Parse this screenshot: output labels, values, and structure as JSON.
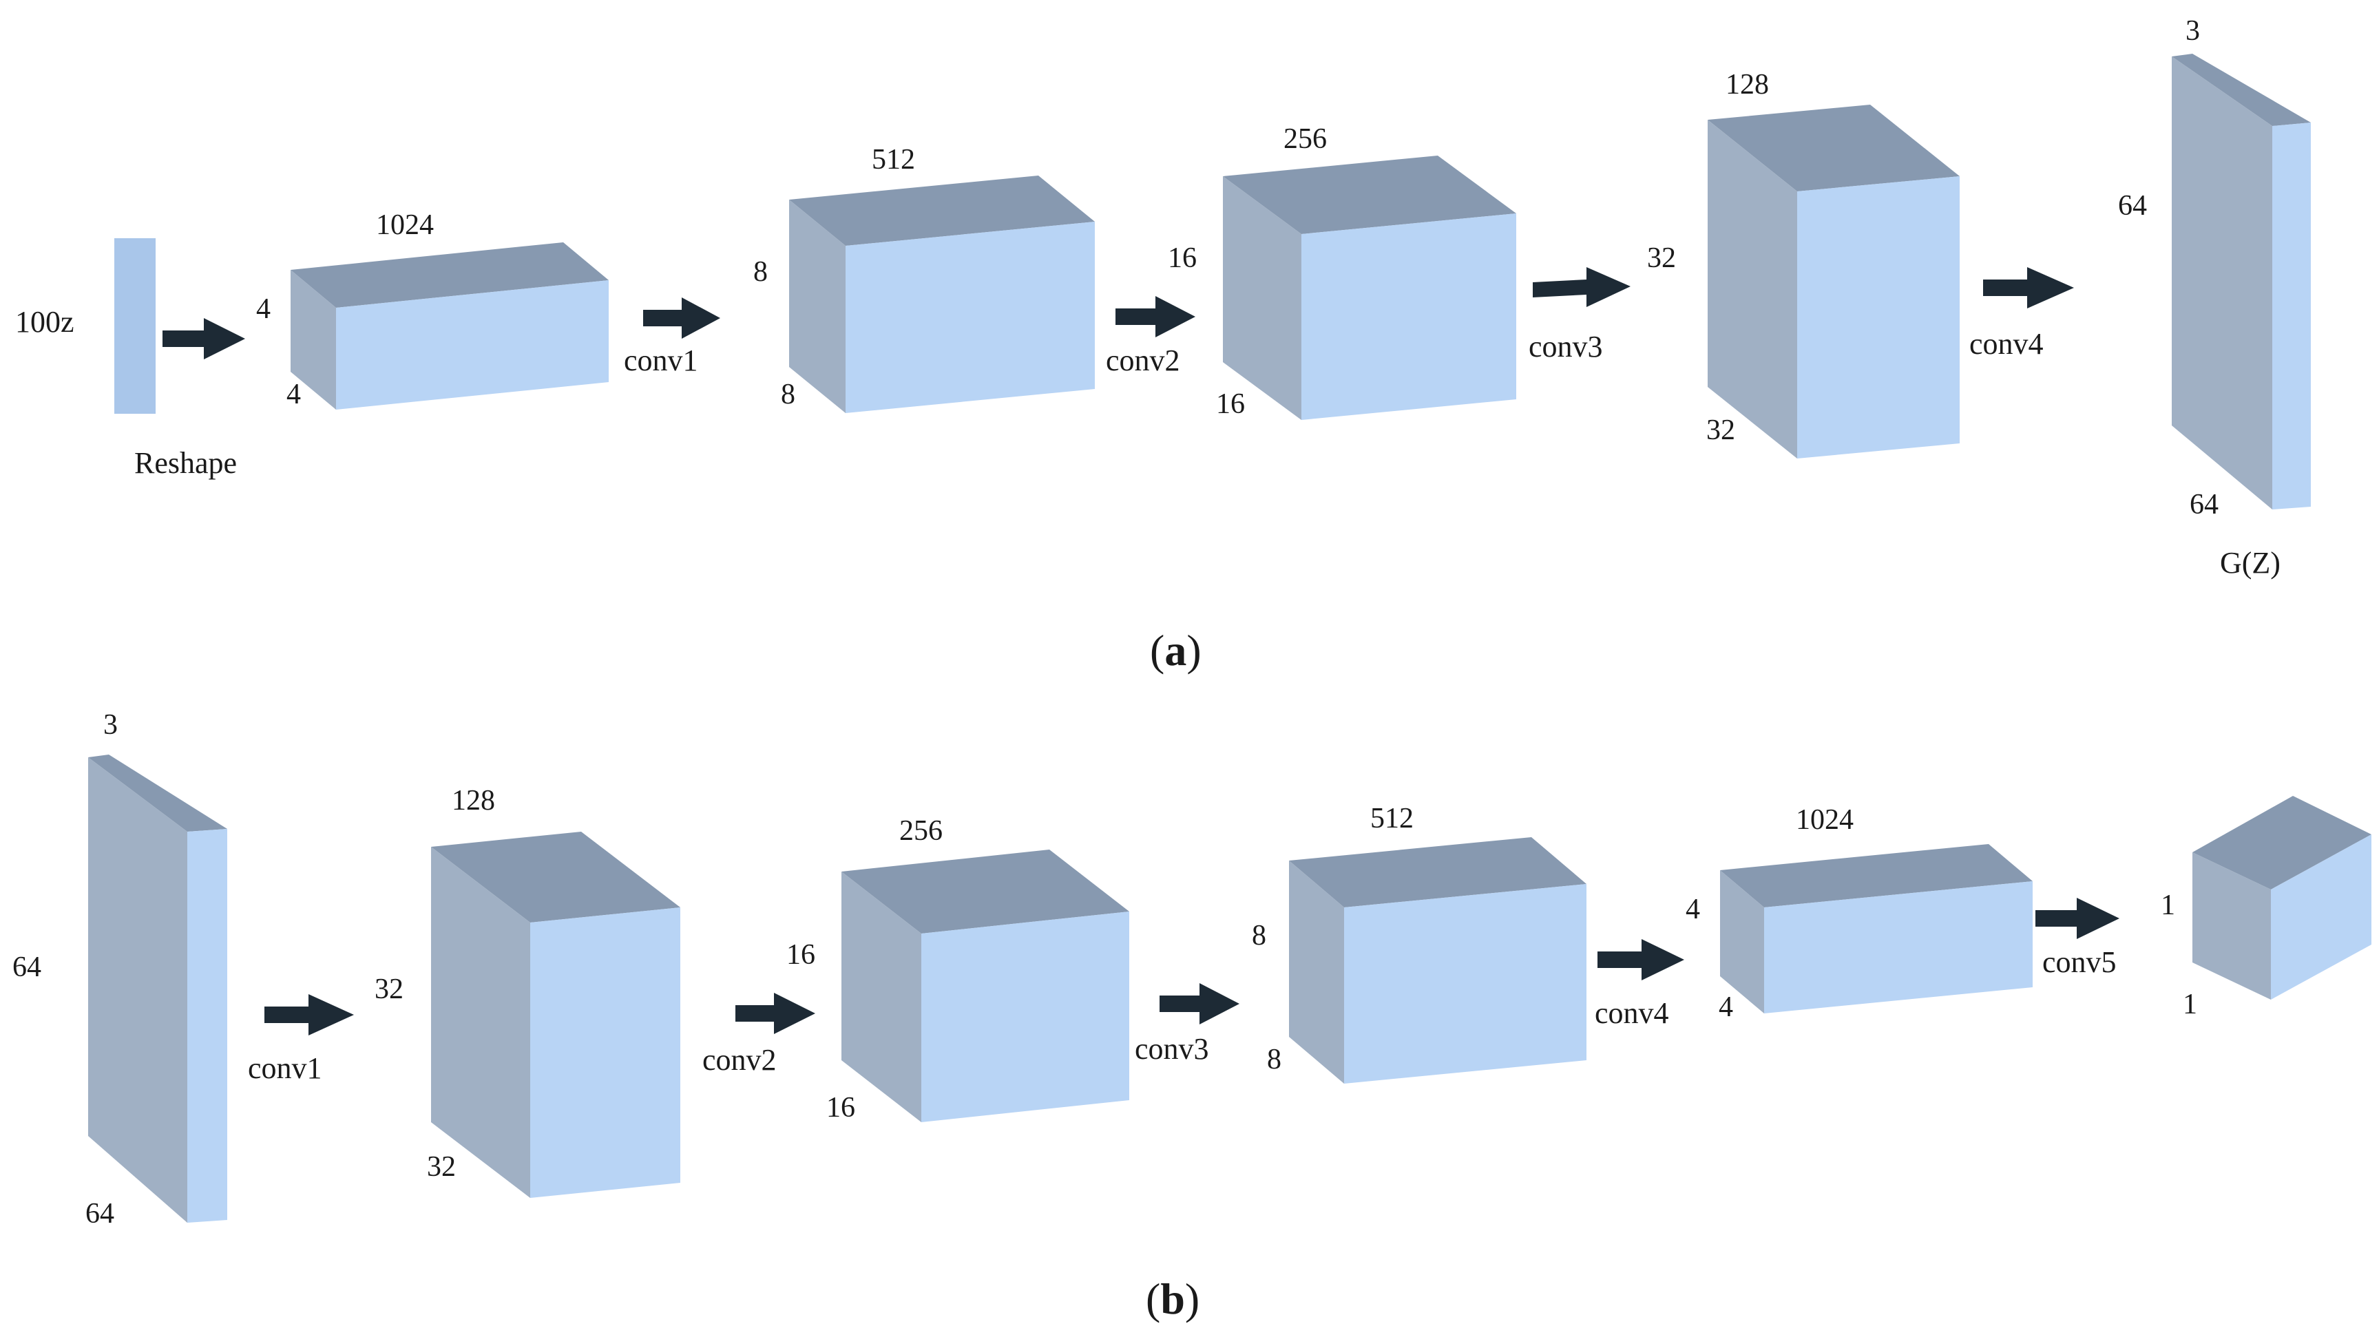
{
  "colors": {
    "front": "#b8d4f5",
    "side": "#a0b0c4",
    "top": "#8799b0",
    "arrow": "#1d2a35",
    "vector": "#a9c6ea"
  },
  "diagram_a": {
    "caption_open": "(",
    "caption_letter": "a",
    "caption_close": ")",
    "input_label": "100z",
    "reshape_label": "Reshape",
    "output_label": "G(Z)",
    "blocks": [
      {
        "depth_label": "1024",
        "height_label": "4",
        "width_label": "4"
      },
      {
        "depth_label": "512",
        "height_label": "8",
        "width_label": "8"
      },
      {
        "depth_label": "256",
        "height_label": "16",
        "width_label": "16"
      },
      {
        "depth_label": "128",
        "height_label": "32",
        "width_label": "32"
      },
      {
        "depth_label": "3",
        "height_label": "64",
        "width_label": "64"
      }
    ],
    "ops": [
      "conv1",
      "conv2",
      "conv3",
      "conv4"
    ]
  },
  "diagram_b": {
    "caption_open": "(",
    "caption_letter": "b",
    "caption_close": ")",
    "blocks": [
      {
        "depth_label": "3",
        "height_label": "64",
        "width_label": "64"
      },
      {
        "depth_label": "128",
        "height_label": "32",
        "width_label": "32"
      },
      {
        "depth_label": "256",
        "height_label": "16",
        "width_label": "16"
      },
      {
        "depth_label": "512",
        "height_label": "8",
        "width_label": "8"
      },
      {
        "depth_label": "1024",
        "height_label": "4",
        "width_label": "4"
      },
      {
        "height_label": "1",
        "width_label": "1"
      }
    ],
    "ops": [
      "conv1",
      "conv2",
      "conv3",
      "conv4",
      "conv5"
    ]
  }
}
